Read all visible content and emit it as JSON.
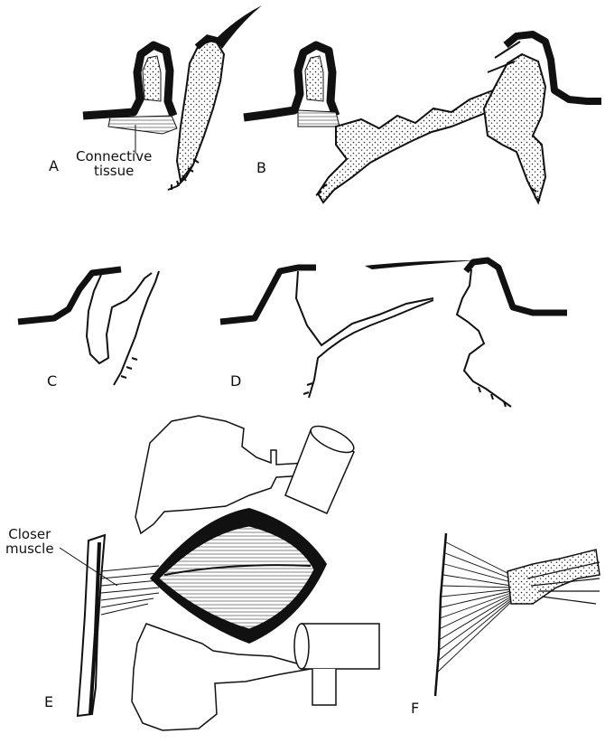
{
  "panels": {
    "a": "A",
    "b": "B",
    "c": "C",
    "d": "D",
    "e": "E",
    "f": "F"
  },
  "annotations": {
    "connective_tissue": {
      "line1": "Connective",
      "line2": "tissue"
    },
    "closer_muscle": {
      "line1": "Closer",
      "line2": "muscle"
    }
  },
  "colors": {
    "ink": "#111111",
    "background": "#ffffff"
  }
}
